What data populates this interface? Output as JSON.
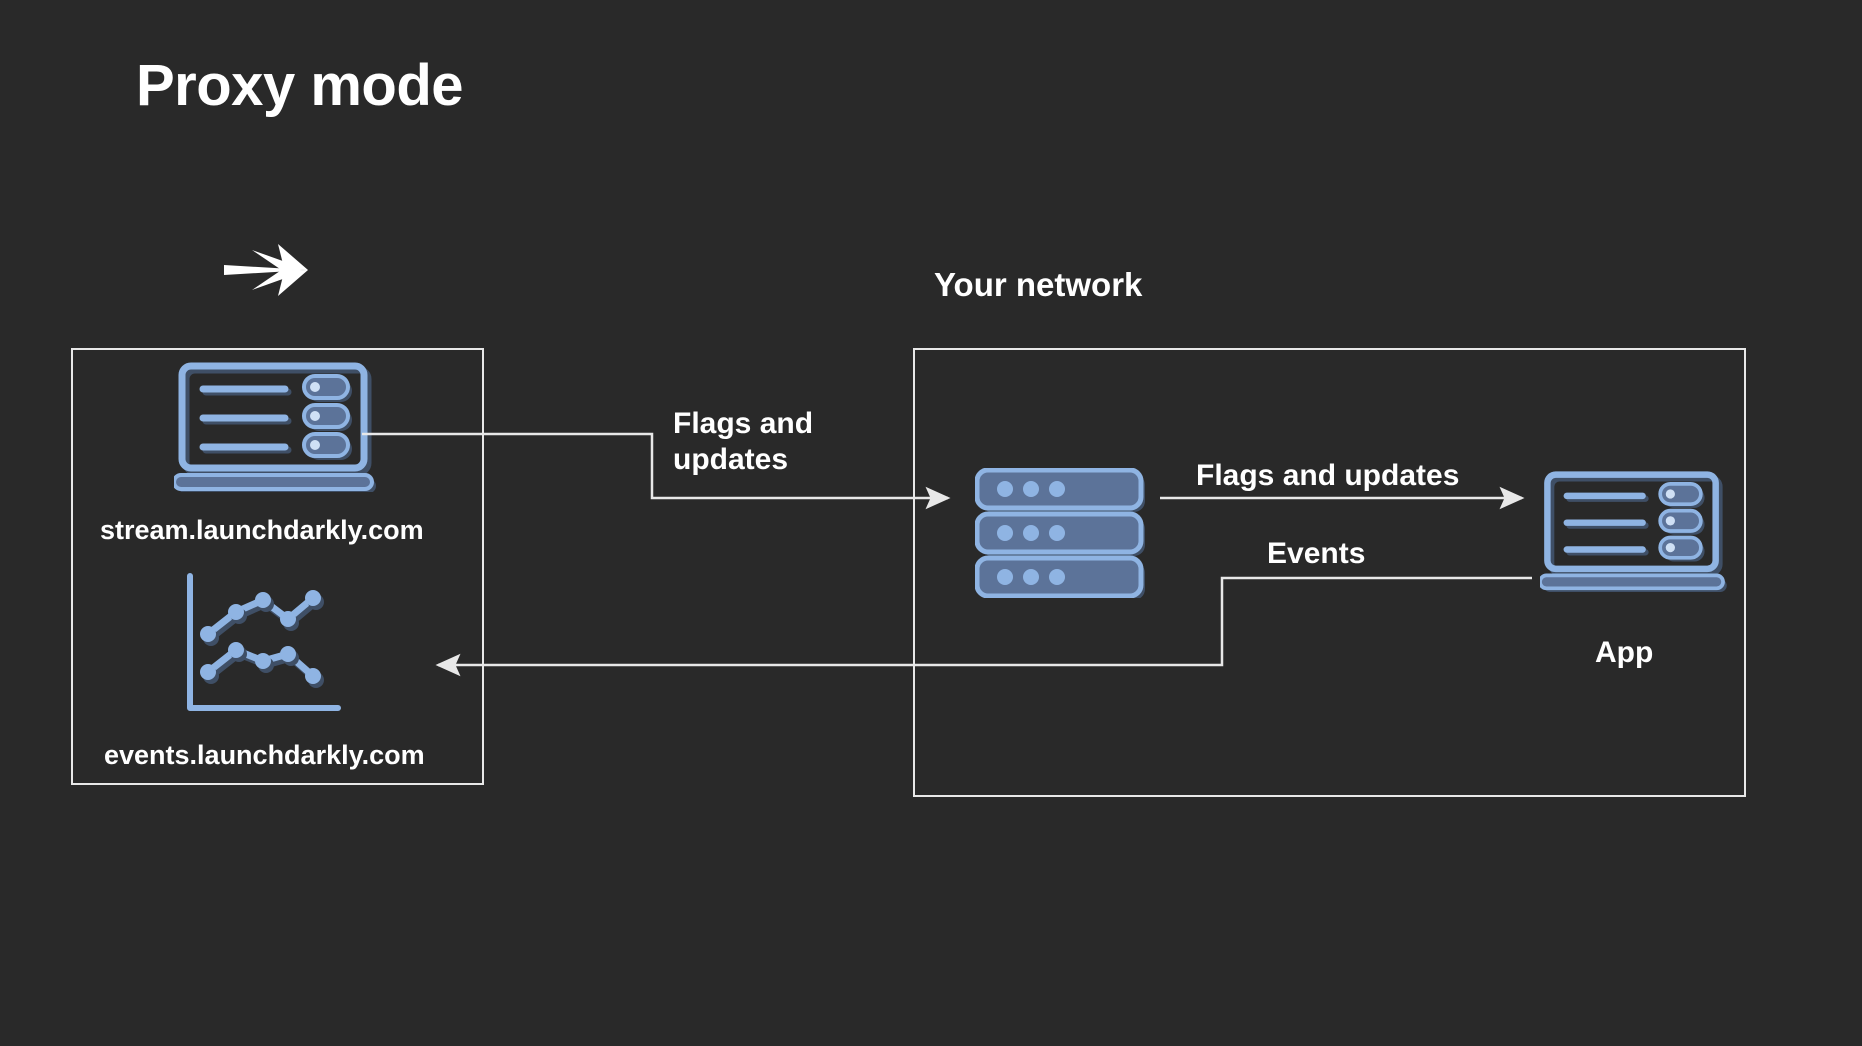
{
  "page": {
    "title": "Proxy mode",
    "background_color": "#292929",
    "text_color": "#ffffff"
  },
  "brand": {
    "logo_icon": "launchdarkly-arrow-logo"
  },
  "colors": {
    "background": "#292929",
    "text": "#ffffff",
    "line": "#e8e8e8",
    "icon_stroke": "#8fb4e3",
    "icon_fill": "#5c7399",
    "icon_shadow": "#3f4f66"
  },
  "regions": [
    {
      "id": "launchdarkly-region",
      "title": "",
      "nodes": [
        {
          "id": "stream",
          "label": "stream.launchdarkly.com",
          "icon": "laptop-with-toggles-icon"
        },
        {
          "id": "events",
          "label": "events.launchdarkly.com",
          "icon": "line-chart-icon"
        }
      ]
    },
    {
      "id": "your-network-region",
      "title": "Your network",
      "nodes": [
        {
          "id": "relay-proxy",
          "label": "",
          "icon": "server-stack-icon"
        },
        {
          "id": "app",
          "label": "App",
          "icon": "laptop-with-toggles-icon"
        }
      ]
    }
  ],
  "edges": [
    {
      "id": "stream-to-proxy",
      "label": "Flags and\nupdates",
      "from": "stream",
      "to": "relay-proxy",
      "direction": "right"
    },
    {
      "id": "proxy-to-app",
      "label": "Flags and updates",
      "from": "relay-proxy",
      "to": "app",
      "direction": "right"
    },
    {
      "id": "app-to-events",
      "label": "Events",
      "from": "app",
      "to": "events",
      "direction": "left"
    }
  ]
}
